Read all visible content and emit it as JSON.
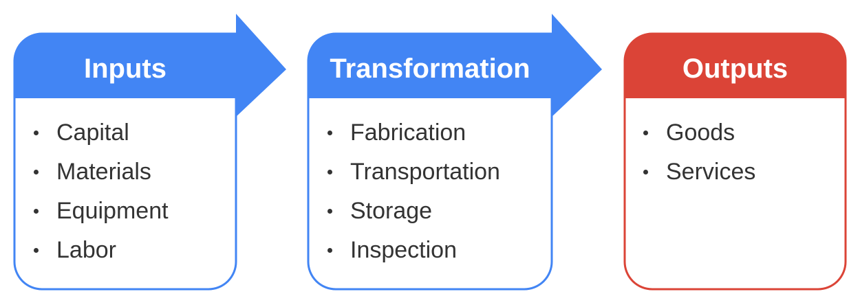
{
  "colors": {
    "blue": "#4285F4",
    "red": "#DB4437"
  },
  "stages": [
    {
      "title": "Inputs",
      "items": [
        "Capital",
        "Materials",
        "Equipment",
        "Labor"
      ]
    },
    {
      "title": "Transformation",
      "items": [
        "Fabrication",
        "Transportation",
        "Storage",
        "Inspection"
      ]
    },
    {
      "title": "Outputs",
      "items": [
        "Goods",
        "Services"
      ]
    }
  ]
}
